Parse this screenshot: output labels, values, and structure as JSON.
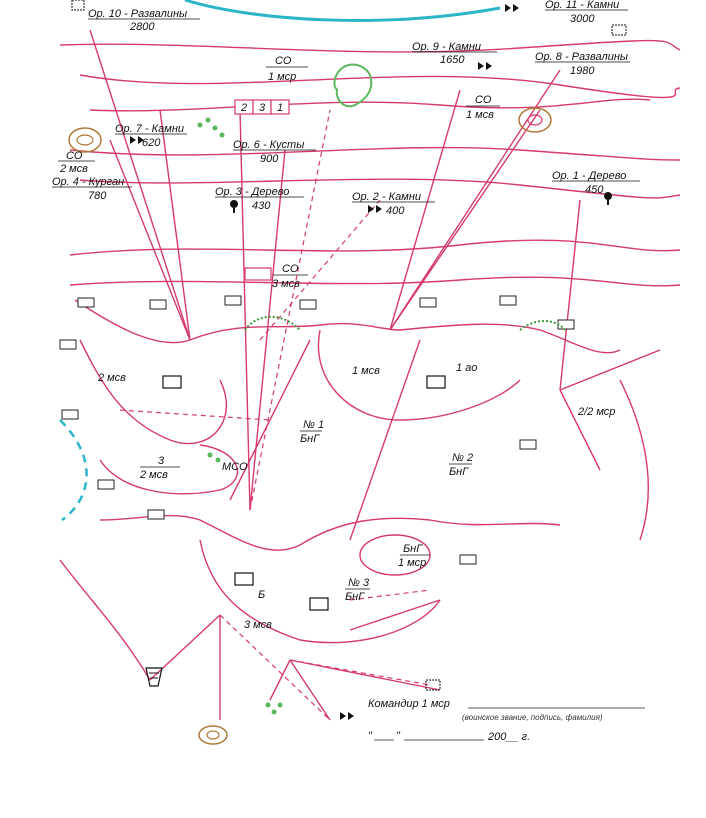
{
  "orientirs": [
    {
      "name": "Ор. 10 - Развалины",
      "dist": "2800"
    },
    {
      "name": "Ор. 11 - Камни",
      "dist": "3000"
    },
    {
      "name": "Ор. 9 - Камни",
      "dist": "1650"
    },
    {
      "name": "Ор. 8 - Развалины",
      "dist": "1980"
    },
    {
      "name": "Ор. 7 - Камни",
      "dist": "620"
    },
    {
      "name": "Ор. 6 - Кусты",
      "dist": "900"
    },
    {
      "name": "Ор. 4 - Курган",
      "dist": "780"
    },
    {
      "name": "Ор. 3 - Дерево",
      "dist": "430"
    },
    {
      "name": "Ор. 2 - Камни",
      "dist": "400"
    },
    {
      "name": "Ор. 1 - Дерево",
      "dist": "450"
    }
  ],
  "unit_labels": {
    "co_top_a": "СО",
    "co_top_b": "1 мср",
    "co_right_a": "СО",
    "co_right_b": "1 мсв",
    "co_left_a": "СО",
    "co_left_b": "2 мсв",
    "co_mid_a": "СО",
    "co_mid_b": "3 мсв",
    "msv2": "2 мсв",
    "msv1": "1 мсв",
    "ao1": "1 ао",
    "msr22": "2/2 мср",
    "bng1_a": "№ 1",
    "bng1_b": "БнГ",
    "bng2_a": "№ 2",
    "bng2_b": "БнГ",
    "msv3_small_a": "3",
    "msv3_small_b": "2 мсв",
    "mso": "МСО",
    "bng_circle_a": "БнГ",
    "bng_circle_b": "1 мср",
    "bng3_a": "№ 3",
    "bng3_b": "БнГ",
    "msv3": "3 мсв",
    "b_mark": "Б"
  },
  "box_numbers": [
    "2",
    "3",
    "1"
  ],
  "footer": {
    "commander": "Командир 1 мср",
    "sign_hint": "(воинское звание, подпись, фамилия)",
    "date_quote1": "\"",
    "date_quote2": "\"",
    "year": "200__ г."
  },
  "colors": {
    "lines": "#d63a6a",
    "water": "#2bb5c8",
    "vegetation": "#5cb85c",
    "ink": "#222222",
    "terrain": "#b07a3a"
  }
}
